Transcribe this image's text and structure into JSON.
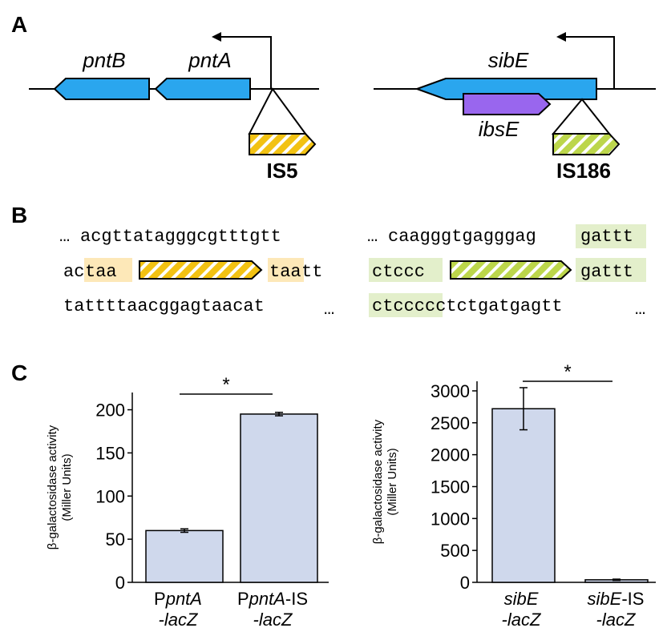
{
  "panels": {
    "a": "A",
    "b": "B",
    "c": "C"
  },
  "panel_a": {
    "left": {
      "gene1": "pntB",
      "gene2": "pntA",
      "is_element": "IS5"
    },
    "right": {
      "gene1": "sibE",
      "gene2": "ibsE",
      "is_element": "IS186"
    }
  },
  "panel_b": {
    "left": {
      "line1": "acgttatagggcgtttgtt",
      "line2_pre": "ac",
      "line2_hl1": "taa",
      "line2_hl2": "taa",
      "line2_post": "tt",
      "line3": "tattttaacggagtaacat"
    },
    "right": {
      "line1": "caagggtgagggag",
      "line1_hl": "gattt",
      "line2_hl1": "ctccc",
      "line2_hl2": "gattt",
      "line3_hl": "ctccc",
      "line3": "cctctgatgagtt"
    },
    "ellipsis": "…"
  },
  "colors": {
    "gene_blue": "#2aa6ee",
    "ibs_purple": "#9966ee",
    "is5_yellow": "#f2c213",
    "is186_green": "#bcd64b",
    "hl_orange": "#fde8b8",
    "hl_green": "#e3efcb",
    "bar_fill": "#cfd8ec"
  },
  "chart_data": [
    {
      "type": "bar",
      "categories": [
        "PpntA-lacZ",
        "PpntA-IS-lacZ"
      ],
      "category_parts": [
        {
          "a": "P",
          "b": "pntA",
          "c": "",
          "d": "-lacZ"
        },
        {
          "a": "P",
          "b": "pntA",
          "c": "-IS",
          "d": "-lacZ"
        }
      ],
      "values": [
        60,
        195
      ],
      "errors": [
        2,
        2
      ],
      "ylabel_line1": "β-galactosidase activity",
      "ylabel_line2": "(Miller Units)",
      "ylim": [
        0,
        220
      ],
      "yticks": [
        "0",
        "50",
        "100",
        "150",
        "200"
      ],
      "ytick_values": [
        0,
        50,
        100,
        150,
        200
      ],
      "significance": "*"
    },
    {
      "type": "bar",
      "categories": [
        "sibE-lacZ",
        "sibE-IS-lacZ"
      ],
      "category_parts": [
        {
          "a": "",
          "b": "sibE",
          "c": "",
          "d": "-lacZ"
        },
        {
          "a": "",
          "b": "sibE",
          "c": "-IS",
          "d": "-lacZ"
        }
      ],
      "values": [
        2720,
        40
      ],
      "errors": [
        330,
        10
      ],
      "ylabel_line1": "β-galactosidase activity",
      "ylabel_line2": "(Miller Units)",
      "ylim": [
        0,
        3150
      ],
      "yticks": [
        "0",
        "500",
        "1000",
        "1500",
        "2000",
        "2500",
        "3000"
      ],
      "ytick_values": [
        0,
        500,
        1000,
        1500,
        2000,
        2500,
        3000
      ],
      "significance": "*"
    }
  ]
}
